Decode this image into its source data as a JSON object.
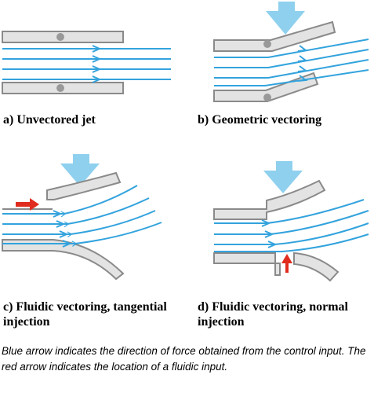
{
  "panels": {
    "a": {
      "caption": "a) Unvectored jet"
    },
    "b": {
      "caption": "b) Geometric vectoring"
    },
    "c": {
      "caption": "c) Fluidic vectoring, tangential injection"
    },
    "d": {
      "caption": "d) Fluidic vectoring, normal injection"
    }
  },
  "note": "Blue arrow indicates the direction of force obtained from the control input. The red arrow indicates the location of a fluidic input.",
  "colors": {
    "flow": "#33a3dd",
    "force_arrow": "#8fd0ee",
    "fluidic_input": "#e02c1e",
    "wall_fill": "#e3e3e3",
    "wall_stroke": "#8a8a8a",
    "hinge": "#999999"
  }
}
